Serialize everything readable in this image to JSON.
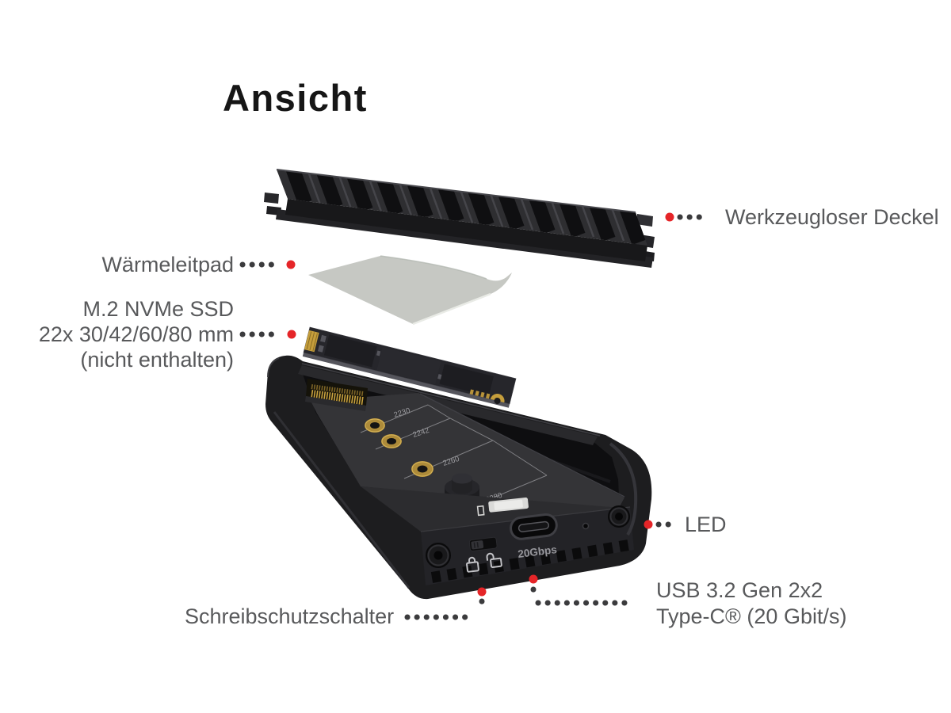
{
  "title": "Ansicht",
  "colors": {
    "accent_red": "#e52528",
    "leader_dot_gray": "#3b3b3d",
    "label_gray": "#58595b",
    "title_color": "#161616",
    "pad_gray": "#c6c8c3",
    "gold": "#c59e3c",
    "case_black": "#1d1d1f"
  },
  "callouts": {
    "cover": {
      "label": "Werkzeugloser Deckel"
    },
    "thermal_pad": {
      "label": "Wärmeleitpad"
    },
    "ssd": {
      "lines": [
        "M.2 NVMe SSD",
        "22x 30/42/60/80 mm",
        "(nicht enthalten)"
      ]
    },
    "led": {
      "label": "LED"
    },
    "usb": {
      "lines": [
        "USB 3.2 Gen 2x2",
        "Type-C® (20 Gbit/s)"
      ]
    },
    "write_protect": {
      "label": "Schreibschutzschalter"
    }
  },
  "device": {
    "port_speed_label": "20Gbps",
    "tray_length_markings": [
      "2230",
      "2242",
      "2260",
      "2280"
    ]
  }
}
